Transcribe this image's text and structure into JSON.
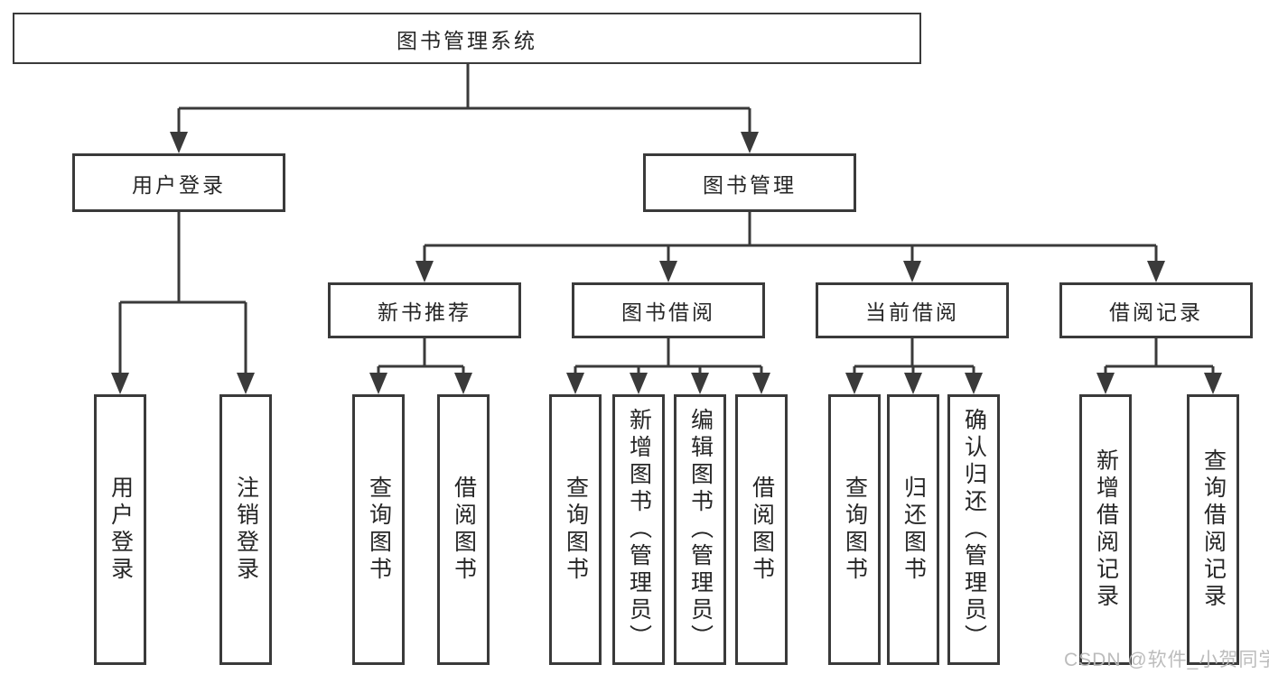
{
  "tree": {
    "label": "图书管理系统",
    "children": [
      {
        "label": "用户登录",
        "children": [
          {
            "label": "用户登录"
          },
          {
            "label": "注销登录"
          }
        ]
      },
      {
        "label": "图书管理",
        "children": [
          {
            "label": "新书推荐",
            "children": [
              {
                "label": "查询图书"
              },
              {
                "label": "借阅图书"
              }
            ]
          },
          {
            "label": "图书借阅",
            "children": [
              {
                "label": "查询图书"
              },
              {
                "label": "新增图书（管理员）"
              },
              {
                "label": "编辑图书（管理员）"
              },
              {
                "label": "借阅图书"
              }
            ]
          },
          {
            "label": "当前借阅",
            "children": [
              {
                "label": "查询图书"
              },
              {
                "label": "归还图书"
              },
              {
                "label": "确认归还（管理员）"
              }
            ]
          },
          {
            "label": "借阅记录",
            "children": [
              {
                "label": "新增借阅记录"
              },
              {
                "label": "查询借阅记录"
              }
            ]
          }
        ]
      }
    ]
  },
  "watermark": "CSDN @软件_小贺同学",
  "colors": {
    "line": "#3a3a3a",
    "text": "#262626",
    "watermark": "#b9b9b9",
    "background": "#ffffff"
  }
}
